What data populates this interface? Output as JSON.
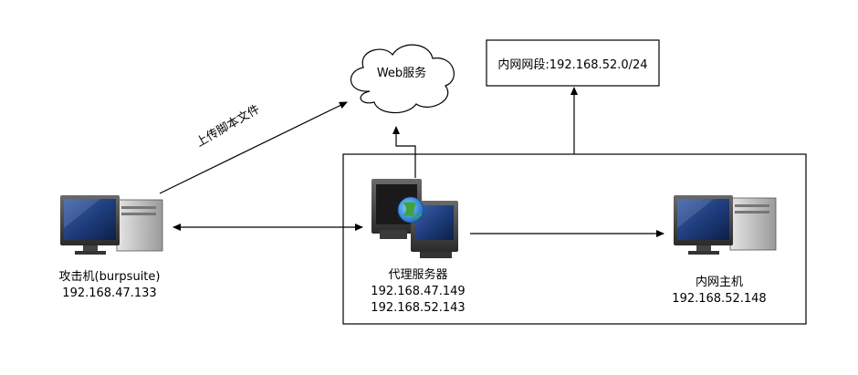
{
  "cloud": {
    "label": "Web服务"
  },
  "subnet": {
    "label": "内网网段:192.168.52.0/24"
  },
  "edge": {
    "upload_label": "上传脚本文件"
  },
  "attacker": {
    "name": "攻击机(burpsuite)",
    "ip": "192.168.47.133"
  },
  "proxy": {
    "name": "代理服务器",
    "ip1": "192.168.47.149",
    "ip2": "192.168.52.143"
  },
  "internal_host": {
    "name": "内网主机",
    "ip": "192.168.52.148"
  },
  "icons": {
    "attacker": "desktop-computer-icon",
    "proxy": "web-server-globe-icon",
    "internal_host": "desktop-computer-icon",
    "cloud": "cloud-icon"
  }
}
